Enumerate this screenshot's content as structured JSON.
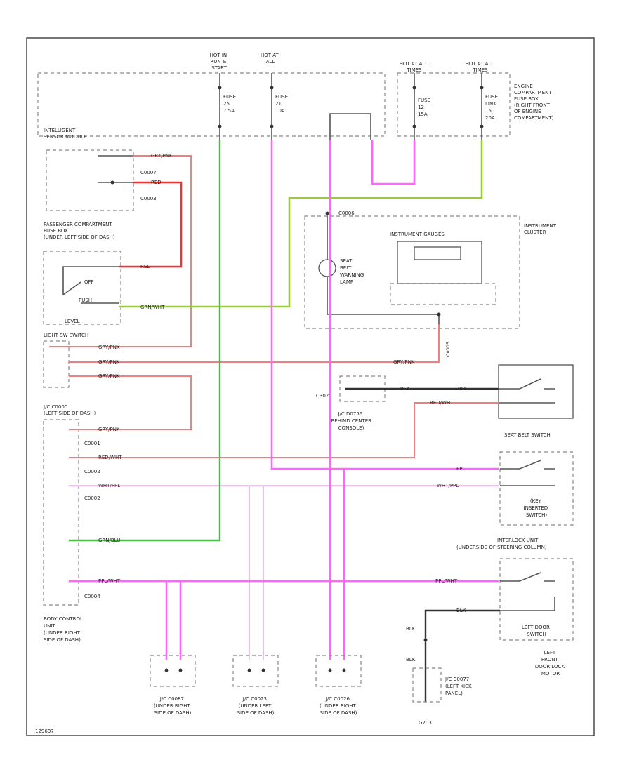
{
  "labels": {
    "hot_run_start": [
      "HOT IN",
      "RUN &",
      "START"
    ],
    "hot_all_1": [
      "HOT AT",
      "ALL"
    ],
    "hot_all_2": [
      "HOT AT ALL",
      "TIMES"
    ],
    "hot_all_3": [
      "HOT AT ALL",
      "TIMES"
    ],
    "engine_fuse_box": [
      "ENGINE",
      "COMPARTMENT",
      "FUSE BOX",
      "(RIGHT FRONT",
      "OF ENGINE",
      "COMPARTMENT)"
    ],
    "intelligent_module": [
      "INTELLIGENT",
      "SENSOR MODULE"
    ],
    "passenger_fuse_box": [
      "PASSENGER COMPARTMENT",
      "FUSE BOX",
      "(UNDER LEFT SIDE OF DASH)"
    ],
    "off_push": [
      "OFF",
      "PUSH"
    ],
    "lever": "LEVEL",
    "light_sw": "LIGHT SW SWITCH",
    "jc_left_dash": [
      "J/C C0000",
      "(LEFT SIDE OF DASH)"
    ],
    "instrument_cluster": [
      "INSTRUMENT",
      "CLUSTER"
    ],
    "instrument_gauge": "INSTRUMENT GAUGES",
    "seat_belt_lamp": [
      "SEAT",
      "BELT",
      "WARNING",
      "LAMP"
    ],
    "jc_center": [
      "J/C D0756",
      "(BEHIND CENTER",
      "CONSOLE)"
    ],
    "c302": "C302",
    "seat_belt_switch": "SEAT BELT SWITCH",
    "key_inserted": [
      "(KEY",
      "INSERTED",
      "SWITCH)"
    ],
    "interlock_unit": [
      "INTERLOCK UNIT",
      "(UNDERSIDE OF STEERING COLUMN)"
    ],
    "left_door_switch": [
      "LEFT DOOR",
      "SWITCH"
    ],
    "left_front_motor": [
      "LEFT",
      "FRONT",
      "DOOR LOCK",
      "MOTOR"
    ],
    "body_control": [
      "BODY CONTROL",
      "UNIT",
      "(UNDER RIGHT",
      "SIDE OF DASH)"
    ],
    "jc_c0087": [
      "J/C C0087",
      "(UNDER RIGHT",
      "SIDE OF DASH)"
    ],
    "jc_c0023": [
      "J/C C0023",
      "(UNDER LEFT",
      "SIDE OF DASH)"
    ],
    "jc_c0026": [
      "J/C C0026",
      "(UNDER RIGHT",
      "SIDE OF DASH)"
    ],
    "jc_c0077": [
      "J/C C0077",
      "(LEFT KICK",
      "PANEL)"
    ],
    "g203": "G203",
    "footer": "129697"
  },
  "fuses": {
    "f1": [
      "FUSE",
      "25",
      "7.5A"
    ],
    "f2": [
      "FUSE",
      "21",
      "10A"
    ],
    "f3": [
      "FUSE",
      "12",
      "15A"
    ],
    "f4": [
      "FUSE",
      "LINK",
      "15",
      "20A"
    ]
  },
  "wires": {
    "grypnk": "GRY/PNK",
    "red": "RED",
    "grnwht": "GRN/WHT",
    "redwht": "RED/WHT",
    "wht_ppl": "WHT/PPL",
    "grnblu": "GRN/BLU",
    "pplwht": "PPL/WHT",
    "blk": "BLK",
    "ppl": "PPL"
  },
  "connectors": {
    "c0007": "C0007",
    "c0003": "C0003",
    "c0001": "C0001",
    "c0002": "C0002",
    "c0004": "C0004",
    "c0005": "C0005",
    "c0006": "C0006"
  },
  "colors": {
    "pink": "#ff66ff",
    "red": "#ee3333",
    "green": "#4cb84c",
    "yellow_green": "#9acd32"
  }
}
